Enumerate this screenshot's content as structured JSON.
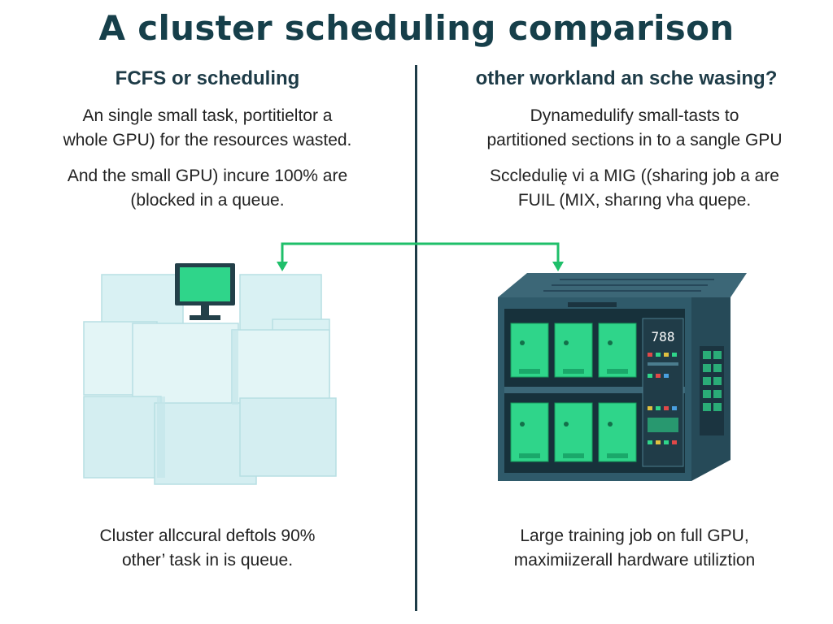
{
  "title": "A cluster scheduling comparison",
  "left": {
    "heading": "FCFS or scheduling",
    "para1": [
      "An single small task, portitieltor a",
      "whole GPU) for the resources wasted."
    ],
    "para2": [
      "And the small GPU) incure 100% are",
      "(blocked in a queue."
    ],
    "caption": [
      "Cluster allccural deftols 90%",
      "other’ task in is queue."
    ]
  },
  "right": {
    "heading": "other workland an sche wasing?",
    "para1": [
      "Dynamedulify small-tasts to",
      "partitioned sections in to a sangle GPU"
    ],
    "para2": [
      "Sccledulię vi a MIG ((sharing job a are",
      "FUIL (MIX, sharıng vha quepe."
    ],
    "caption": [
      "Large training job on full GPU,",
      "maximiizerall hardware utiliztion"
    ],
    "display_readout": "788"
  },
  "colors": {
    "title": "#163f4a",
    "accent_green": "#1fbf6a",
    "box_face": "#d9f1f3",
    "server_frame": "#2f5a6a",
    "gpu_green": "#2fd58a"
  }
}
